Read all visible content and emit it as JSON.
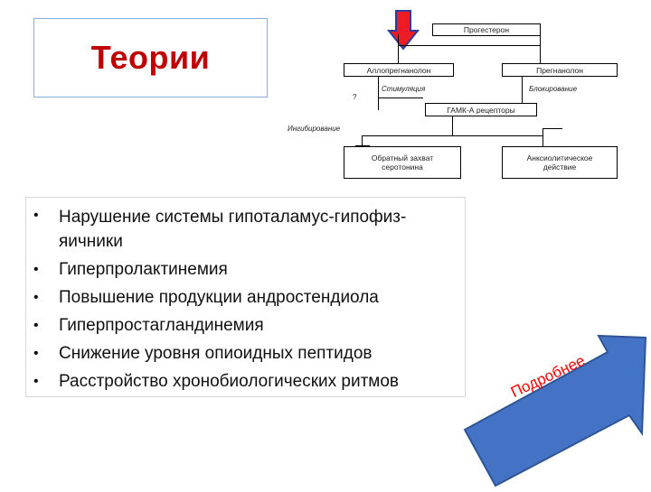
{
  "slide": {
    "title": "Теории",
    "bullets": [
      "Нарушение системы гипоталамус-гипофиз-яичники",
      "Гиперпролактинемия",
      "Повышение продукции андростендиола",
      "Гиперпростагландинемия",
      "Снижение уровня опиоидных пептидов",
      "Расстройство хронобиологических ритмов"
    ],
    "bullet_symbol": "•",
    "more_label": "Подробнее"
  },
  "diagram": {
    "nodes": {
      "progesterone": "Прогестерон",
      "allopregnanolone": "Аллопрегнанолон",
      "pregnanolone": "Прегнанолон",
      "gaba_receptors": "ГАМК-А рецепторы",
      "serotonin_reuptake": "Обратный захват серотонина",
      "anxiolytic_effect": "Анксиолитическое действие"
    },
    "labels": {
      "stimulation": "Стимуляция",
      "blocking": "Блокирование",
      "inhibition": "Ингибирование",
      "small_mark": "?"
    }
  },
  "colors": {
    "title": "#c00000",
    "pointer_arrow": "#ee1c24",
    "pointer_outline": "#2f3b9a",
    "big_arrow_fill": "#4472c4",
    "big_arrow_stroke": "#2f5597",
    "more_text": "#ff0000"
  },
  "icons": {
    "pointer": "down-arrow-icon",
    "more": "big-down-arrow-icon"
  }
}
